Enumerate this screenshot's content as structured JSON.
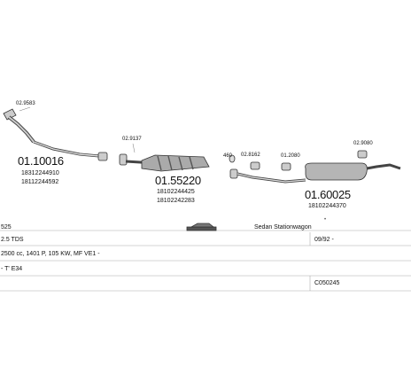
{
  "diagram": {
    "parts": [
      {
        "part_no": "01.10016",
        "oem": [
          "18312244910",
          "18112244592"
        ],
        "clamp": "02.9583"
      },
      {
        "part_no": "01.55220",
        "oem": [
          "18102244425",
          "18102242283"
        ],
        "clamp": "02.9137"
      },
      {
        "part_no": "01.60025",
        "oem": [
          "18102244370"
        ],
        "clamps": [
          "02.8162",
          "01.2080",
          "02.9080"
        ]
      }
    ],
    "gasket_label": "460"
  },
  "table": {
    "model": "525",
    "body": "Sedan Stationwagon",
    "engine": "2.5 TDS",
    "date": "09/92 -",
    "specs": "2500 cc, 1401 P, 105 KW, MF VE1 -",
    "chassis": "- T' E34",
    "code": "C050245"
  }
}
